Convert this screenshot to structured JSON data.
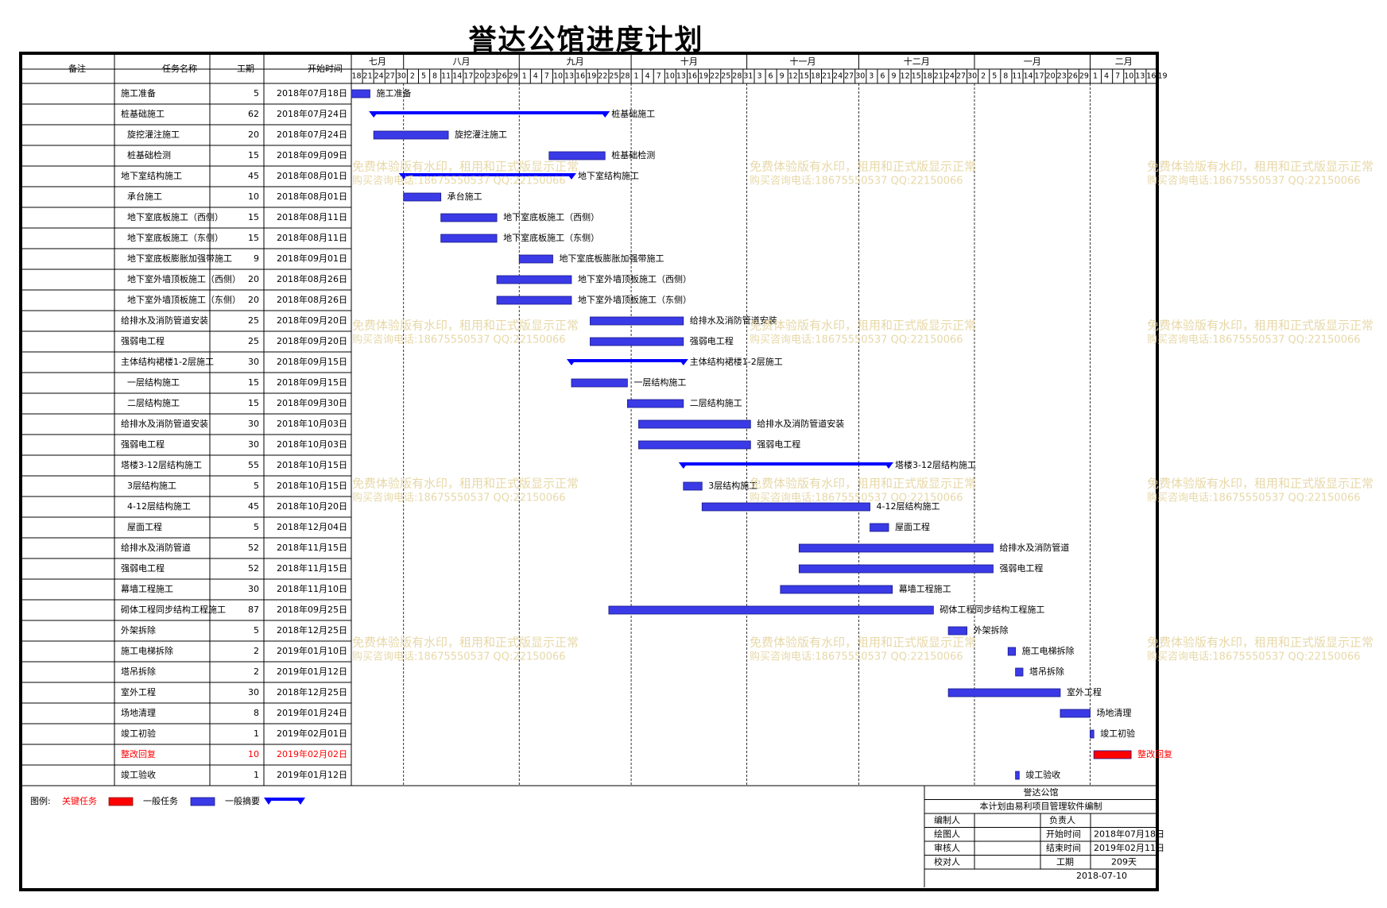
{
  "title": "誉达公馆进度计划",
  "headers": {
    "note": "备注",
    "name": "任务名称",
    "duration": "工期",
    "start": "开始时间"
  },
  "colors": {
    "critical": "#ff0000",
    "normal": "#3a3ae6",
    "summary": "#0000ff",
    "watermark": "#e3d29a",
    "grid": "#000000"
  },
  "months": [
    {
      "label": "七月",
      "days": [
        18,
        21,
        24,
        27,
        30
      ]
    },
    {
      "label": "八月",
      "days": [
        2,
        5,
        8,
        11,
        14,
        17,
        20,
        23,
        26,
        29
      ]
    },
    {
      "label": "九月",
      "days": [
        1,
        4,
        7,
        10,
        13,
        16,
        19,
        22,
        25,
        28
      ]
    },
    {
      "label": "十月",
      "days": [
        1,
        4,
        7,
        10,
        13,
        16,
        19,
        22,
        25,
        28,
        31
      ]
    },
    {
      "label": "十一月",
      "days": [
        3,
        6,
        9,
        12,
        15,
        18,
        21,
        24,
        27,
        30
      ]
    },
    {
      "label": "十二月",
      "days": [
        3,
        6,
        9,
        12,
        15,
        18,
        21,
        24,
        27,
        30
      ]
    },
    {
      "label": "一月",
      "days": [
        2,
        5,
        8,
        11,
        14,
        17,
        20,
        23,
        26,
        29
      ]
    },
    {
      "label": "二月",
      "days": [
        1,
        4,
        7,
        10,
        13,
        16,
        19
      ]
    }
  ],
  "chart_data": {
    "type": "gantt",
    "title": "誉达公馆进度计划",
    "time_range": [
      "2018-07-18",
      "2019-02-19"
    ],
    "tasks": [
      {
        "name": "施工准备",
        "indent": 0,
        "duration": 5,
        "start_label": "2018年07月18日",
        "start": "2018-07-18",
        "kind": "normal"
      },
      {
        "name": "桩基础施工",
        "indent": 0,
        "duration": 62,
        "start_label": "2018年07月24日",
        "start": "2018-07-24",
        "kind": "summary"
      },
      {
        "name": "旋挖灌注施工",
        "indent": 1,
        "duration": 20,
        "start_label": "2018年07月24日",
        "start": "2018-07-24",
        "kind": "normal"
      },
      {
        "name": "桩基础检测",
        "indent": 1,
        "duration": 15,
        "start_label": "2018年09月09日",
        "start": "2018-09-09",
        "kind": "normal"
      },
      {
        "name": "地下室结构施工",
        "indent": 0,
        "duration": 45,
        "start_label": "2018年08月01日",
        "start": "2018-08-01",
        "kind": "summary"
      },
      {
        "name": "承台施工",
        "indent": 1,
        "duration": 10,
        "start_label": "2018年08月01日",
        "start": "2018-08-01",
        "kind": "normal"
      },
      {
        "name": "地下室底板施工（西侧）",
        "indent": 1,
        "duration": 15,
        "start_label": "2018年08月11日",
        "start": "2018-08-11",
        "kind": "normal"
      },
      {
        "name": "地下室底板施工（东侧）",
        "indent": 1,
        "duration": 15,
        "start_label": "2018年08月11日",
        "start": "2018-08-11",
        "kind": "normal"
      },
      {
        "name": "地下室底板膨胀加强带施工",
        "indent": 1,
        "duration": 9,
        "start_label": "2018年09月01日",
        "start": "2018-09-01",
        "kind": "normal"
      },
      {
        "name": "地下室外墙顶板施工（西侧）",
        "indent": 1,
        "duration": 20,
        "start_label": "2018年08月26日",
        "start": "2018-08-26",
        "kind": "normal"
      },
      {
        "name": "地下室外墙顶板施工（东侧）",
        "indent": 1,
        "duration": 20,
        "start_label": "2018年08月26日",
        "start": "2018-08-26",
        "kind": "normal"
      },
      {
        "name": "给排水及消防管道安装",
        "indent": 0,
        "duration": 25,
        "start_label": "2018年09月20日",
        "start": "2018-09-20",
        "kind": "normal"
      },
      {
        "name": "强弱电工程",
        "indent": 0,
        "duration": 25,
        "start_label": "2018年09月20日",
        "start": "2018-09-20",
        "kind": "normal"
      },
      {
        "name": "主体结构裙楼1-2层施工",
        "indent": 0,
        "duration": 30,
        "start_label": "2018年09月15日",
        "start": "2018-09-15",
        "kind": "summary"
      },
      {
        "name": "一层结构施工",
        "indent": 1,
        "duration": 15,
        "start_label": "2018年09月15日",
        "start": "2018-09-15",
        "kind": "normal"
      },
      {
        "name": "二层结构施工",
        "indent": 1,
        "duration": 15,
        "start_label": "2018年09月30日",
        "start": "2018-09-30",
        "kind": "normal"
      },
      {
        "name": "给排水及消防管道安装",
        "indent": 0,
        "duration": 30,
        "start_label": "2018年10月03日",
        "start": "2018-10-03",
        "kind": "normal"
      },
      {
        "name": "强弱电工程",
        "indent": 0,
        "duration": 30,
        "start_label": "2018年10月03日",
        "start": "2018-10-03",
        "kind": "normal"
      },
      {
        "name": "塔楼3-12层结构施工",
        "indent": 0,
        "duration": 55,
        "start_label": "2018年10月15日",
        "start": "2018-10-15",
        "kind": "summary"
      },
      {
        "name": "3层结构施工",
        "indent": 1,
        "duration": 5,
        "start_label": "2018年10月15日",
        "start": "2018-10-15",
        "kind": "normal"
      },
      {
        "name": "4-12层结构施工",
        "indent": 1,
        "duration": 45,
        "start_label": "2018年10月20日",
        "start": "2018-10-20",
        "kind": "normal"
      },
      {
        "name": "屋面工程",
        "indent": 1,
        "duration": 5,
        "start_label": "2018年12月04日",
        "start": "2018-12-04",
        "kind": "normal"
      },
      {
        "name": "给排水及消防管道",
        "indent": 0,
        "duration": 52,
        "start_label": "2018年11月15日",
        "start": "2018-11-15",
        "kind": "normal"
      },
      {
        "name": "强弱电工程",
        "indent": 0,
        "duration": 52,
        "start_label": "2018年11月15日",
        "start": "2018-11-15",
        "kind": "normal"
      },
      {
        "name": "幕墙工程施工",
        "indent": 0,
        "duration": 30,
        "start_label": "2018年11月10日",
        "start": "2018-11-10",
        "kind": "normal"
      },
      {
        "name": "砌体工程同步结构工程施工",
        "indent": 0,
        "duration": 87,
        "start_label": "2018年09月25日",
        "start": "2018-09-25",
        "kind": "normal"
      },
      {
        "name": "外架拆除",
        "indent": 0,
        "duration": 5,
        "start_label": "2018年12月25日",
        "start": "2018-12-25",
        "kind": "normal"
      },
      {
        "name": "施工电梯拆除",
        "indent": 0,
        "duration": 2,
        "start_label": "2019年01月10日",
        "start": "2019-01-10",
        "kind": "normal"
      },
      {
        "name": "塔吊拆除",
        "indent": 0,
        "duration": 2,
        "start_label": "2019年01月12日",
        "start": "2019-01-12",
        "kind": "normal"
      },
      {
        "name": "室外工程",
        "indent": 0,
        "duration": 30,
        "start_label": "2018年12月25日",
        "start": "2018-12-25",
        "kind": "normal"
      },
      {
        "name": "场地清理",
        "indent": 0,
        "duration": 8,
        "start_label": "2019年01月24日",
        "start": "2019-01-24",
        "kind": "normal"
      },
      {
        "name": "竣工初验",
        "indent": 0,
        "duration": 1,
        "start_label": "2019年02月01日",
        "start": "2019-02-01",
        "kind": "normal"
      },
      {
        "name": "整改回复",
        "indent": 0,
        "duration": 10,
        "start_label": "2019年02月02日",
        "start": "2019-02-02",
        "kind": "critical"
      },
      {
        "name": "竣工验收",
        "indent": 0,
        "duration": 1,
        "start_label": "2019年01月12日",
        "start": "2019-01-12",
        "kind": "normal"
      }
    ]
  },
  "legend": {
    "label": "图例:",
    "critical": "关键任务",
    "normal": "一般任务",
    "summary": "一般摘要"
  },
  "info": {
    "project": "誉达公馆",
    "software": "本计划由易利项目管理软件编制",
    "compiler": "编制人",
    "owner": "负责人",
    "drawer": "绘图人",
    "reviewer": "审核人",
    "checker": "校对人",
    "start_label": "开始时间",
    "start_value": "2018年07月18日",
    "end_label": "结束时间",
    "end_value": "2019年02月11日",
    "duration_label": "工期",
    "duration_value": "209天",
    "date": "2018-07-10"
  },
  "watermark": {
    "line1": "免费体验版有水印，租用和正式版显示正常",
    "line2": "购买咨询电话:18675550537 QQ:22150066"
  }
}
